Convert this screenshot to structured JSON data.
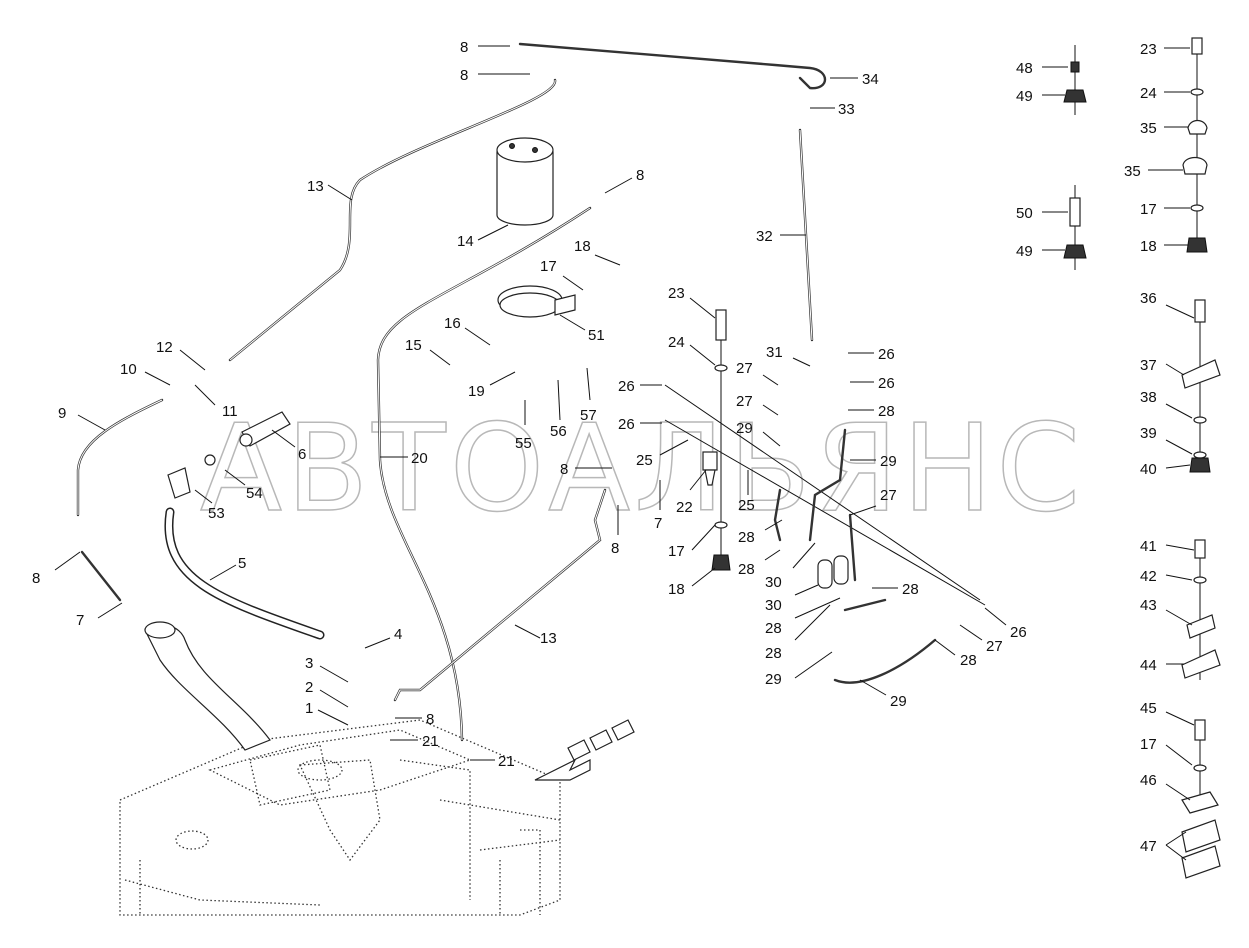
{
  "watermark": "АВТОАЛЬЯНС",
  "callouts": [
    "8",
    "8",
    "34",
    "33",
    "32",
    "13",
    "14",
    "8",
    "18",
    "17",
    "51",
    "16",
    "15",
    "19",
    "55",
    "56",
    "57",
    "12",
    "10",
    "11",
    "9",
    "6",
    "53",
    "54",
    "5",
    "8",
    "7",
    "4",
    "3",
    "2",
    "1",
    "8",
    "21",
    "21",
    "20",
    "13",
    "23",
    "24",
    "26",
    "26",
    "25",
    "22",
    "8",
    "7",
    "8",
    "25",
    "17",
    "18",
    "31",
    "26",
    "27",
    "26",
    "27",
    "28",
    "29",
    "29",
    "28",
    "28",
    "30",
    "30",
    "28",
    "28",
    "29",
    "27",
    "28",
    "26",
    "27",
    "28",
    "29",
    "48",
    "49",
    "50",
    "49",
    "23",
    "24",
    "35",
    "35",
    "17",
    "18",
    "36",
    "37",
    "38",
    "39",
    "40",
    "41",
    "42",
    "43",
    "44",
    "45",
    "17",
    "46",
    "47"
  ]
}
